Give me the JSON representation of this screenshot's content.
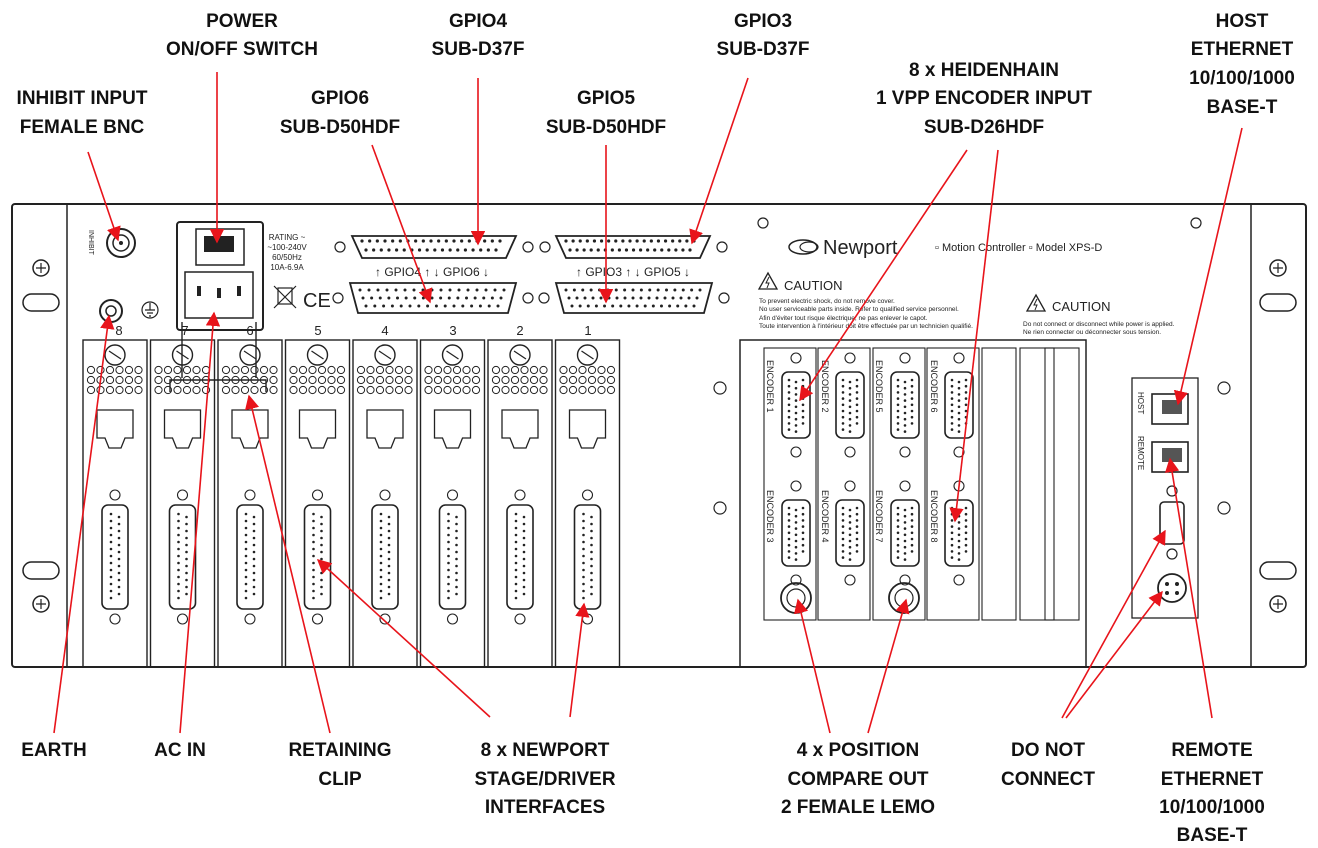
{
  "callouts": {
    "power": [
      "POWER",
      "ON/OFF SWITCH"
    ],
    "gpio4": [
      "GPIO4",
      "SUB-D37F"
    ],
    "gpio3": [
      "GPIO3",
      "SUB-D37F"
    ],
    "host_ethernet": [
      "HOST",
      "ETHERNET",
      "10/100/1000",
      "BASE-T"
    ],
    "inhibit": [
      "INHIBIT INPUT",
      "FEMALE BNC"
    ],
    "gpio6": [
      "GPIO6",
      "SUB-D50HDF"
    ],
    "gpio5": [
      "GPIO5",
      "SUB-D50HDF"
    ],
    "encoder_input": [
      "8 x HEIDENHAIN",
      "1 VPP ENCODER INPUT",
      "SUB-D26HDF"
    ],
    "earth": [
      "EARTH"
    ],
    "ac_in": [
      "AC IN"
    ],
    "retaining_clip": [
      "RETAINING",
      "CLIP"
    ],
    "stage_driver": [
      "8 x NEWPORT",
      "STAGE/DRIVER",
      "INTERFACES"
    ],
    "position_compare": [
      "4 x POSITION",
      "COMPARE OUT",
      "2 FEMALE LEMO"
    ],
    "do_not_connect": [
      "DO NOT",
      "CONNECT"
    ],
    "remote_ethernet": [
      "REMOTE",
      "ETHERNET",
      "10/100/1000",
      "BASE-T"
    ]
  },
  "panel": {
    "inhibit_label": "INHIBIT",
    "rating": [
      "RATING ~",
      "~100-240V",
      "60/50Hz",
      "10A-6.9A"
    ],
    "gpio_top_left": "↑ GPIO4 ↑  ↓ GPIO6 ↓",
    "gpio_top_right": "↑ GPIO3 ↑  ↓ GPIO5 ↓",
    "brand": "Newport",
    "subtitle": "▫ Motion Controller ▫ Model XPS-D",
    "caution_label": "CAUTION",
    "caution_left": [
      "To prevent electric shock, do not remove cover.",
      "No user serviceable parts inside. Refer to qualified service personnel.",
      "Afin d'éviter tout risque électrique, ne pas enlever le capot.",
      "Toute intervention à l'intérieur doit être effectuée par un technicien qualifié."
    ],
    "caution_right": [
      "Do not connect or disconnect while power is applied.",
      "Ne rien connecter ou déconnecter sous tension."
    ],
    "slot_numbers": [
      "8",
      "7",
      "6",
      "5",
      "4",
      "3",
      "2",
      "1"
    ],
    "encoders": [
      "ENCODER 1",
      "ENCODER 2",
      "ENCODER 5",
      "ENCODER 6",
      "ENCODER 3",
      "ENCODER 4",
      "ENCODER 7",
      "ENCODER 8"
    ],
    "host_label": "HOST",
    "remote_label": "REMOTE"
  },
  "colors": {
    "arrow": "#e8141b",
    "line": "#222222"
  }
}
